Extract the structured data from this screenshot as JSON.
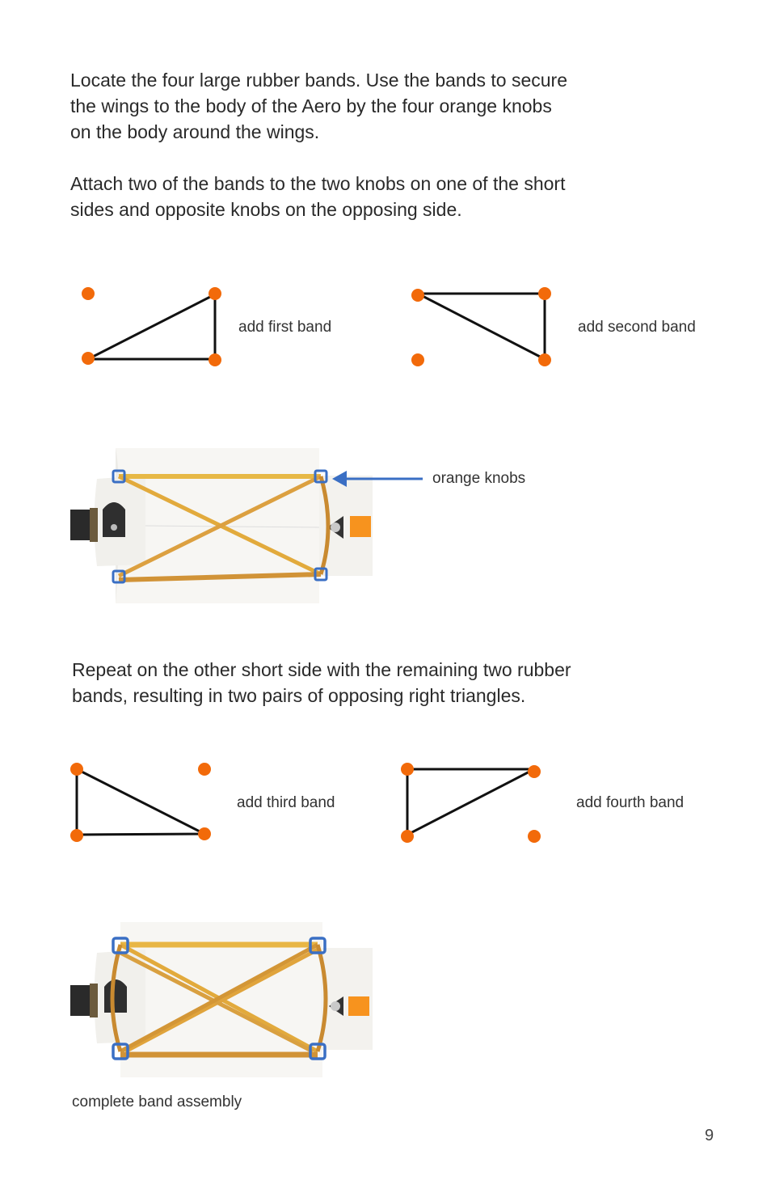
{
  "instructions": {
    "p1_line1": "Locate the four large rubber bands. Use the bands to secure",
    "p1_line2": "the wings to the body of the Aero by the four orange knobs",
    "p1_line3": "on the body around the wings.",
    "p2_line1": "Attach two of the bands to the two knobs on one of the short",
    "p2_line2": "sides and opposite knobs on the opposing side.",
    "p3_line1": "Repeat on the other short side with the remaining two rubber",
    "p3_line2": "bands, resulting in two pairs of opposing right triangles."
  },
  "diagrams": {
    "first": "add first band",
    "second": "add second band",
    "third": "add third band",
    "fourth": "add fourth band"
  },
  "photo_top": {
    "callout": "orange knobs"
  },
  "photo_bottom": {
    "caption": "complete band assembly"
  },
  "page_number": "9",
  "colors": {
    "knob": "#f26a0a",
    "marker": "#3a6fc4",
    "band": "#d9a440"
  }
}
